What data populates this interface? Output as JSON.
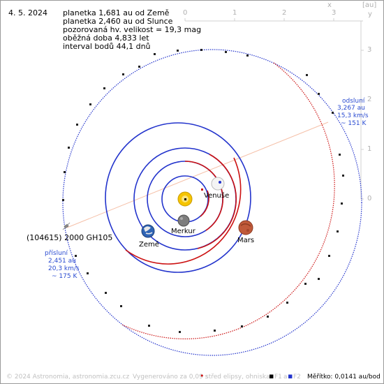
{
  "header": {
    "date": "4. 5. 2024",
    "lines": [
      "planetka 1,681 au od Země",
      "planetka 2,460 au od Slunce",
      "pozorovaná hv. velikost = 19,3 mag",
      "oběžná doba 4,833 let",
      "interval bodů 44,1 dnů"
    ]
  },
  "axes": {
    "x_ticks": [
      "0",
      "1",
      "2",
      "3"
    ],
    "y_ticks": [
      "3",
      "2",
      "1",
      "0"
    ],
    "x_label": "x",
    "unit_label": "[au]",
    "y_label": "y"
  },
  "labels": {
    "venus": "Venuše",
    "mercury": "Merkur",
    "earth": "Země",
    "mars": "Mars",
    "asteroid": "(104615) 2000 GH105"
  },
  "aphelion": {
    "title": "odsluní",
    "distance": "3,267 au",
    "speed": "15,3 km/s",
    "temp": "~ 151 K"
  },
  "perihelion": {
    "title": "přísluní",
    "distance": "2,451 au",
    "speed": "20,3 km/s",
    "temp": "~ 175 K"
  },
  "footer": {
    "copyright": "© 2024 Astronomia, astronomia.zcu.cz",
    "generated": "Vygenerováno za 0,09 s",
    "center_legend": "střed elipsy, ohniska",
    "f1": "F1",
    "a": "a",
    "f2": "F2",
    "scale": "Měřítko: 0,0141 au/bod"
  },
  "colors": {
    "inner_orbit": "#2233cc",
    "outer_orbit": "#cc1111",
    "apsis_line": "#f5c0a8",
    "annotation": "#2a4bd1",
    "sun": "#f5c400"
  },
  "icons": {
    "sun": "sun-icon",
    "venus": "venus-icon",
    "mercury": "mercury-icon",
    "earth": "earth-icon",
    "mars": "mars-icon",
    "asteroid": "asteroid-icon"
  }
}
